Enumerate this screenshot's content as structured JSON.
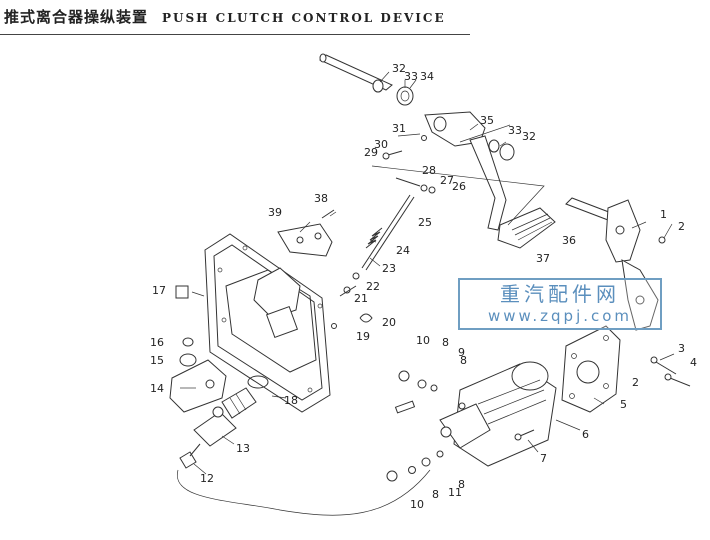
{
  "header": {
    "title_cn": "推式离合器操纵装置",
    "title_en": "PUSH CLUTCH CONTROL DEVICE"
  },
  "watermark": {
    "line1": "重汽配件网",
    "line2": "www.zqpj.com"
  },
  "callouts": [
    {
      "id": "c1",
      "text": "1"
    },
    {
      "id": "c2a",
      "text": "2"
    },
    {
      "id": "c2b",
      "text": "2"
    },
    {
      "id": "c3",
      "text": "3"
    },
    {
      "id": "c4",
      "text": "4"
    },
    {
      "id": "c5",
      "text": "5"
    },
    {
      "id": "c6",
      "text": "6"
    },
    {
      "id": "c7",
      "text": "7"
    },
    {
      "id": "c8a",
      "text": "8"
    },
    {
      "id": "c8b",
      "text": "8"
    },
    {
      "id": "c8c",
      "text": "8"
    },
    {
      "id": "c8d",
      "text": "8"
    },
    {
      "id": "c9",
      "text": "9"
    },
    {
      "id": "c10a",
      "text": "10"
    },
    {
      "id": "c10b",
      "text": "10"
    },
    {
      "id": "c11",
      "text": "11"
    },
    {
      "id": "c12",
      "text": "12"
    },
    {
      "id": "c13",
      "text": "13"
    },
    {
      "id": "c14",
      "text": "14"
    },
    {
      "id": "c15",
      "text": "15"
    },
    {
      "id": "c16",
      "text": "16"
    },
    {
      "id": "c17",
      "text": "17"
    },
    {
      "id": "c18",
      "text": "18"
    },
    {
      "id": "c19",
      "text": "19"
    },
    {
      "id": "c20",
      "text": "20"
    },
    {
      "id": "c21",
      "text": "21"
    },
    {
      "id": "c22",
      "text": "22"
    },
    {
      "id": "c23",
      "text": "23"
    },
    {
      "id": "c24",
      "text": "24"
    },
    {
      "id": "c25",
      "text": "25"
    },
    {
      "id": "c26",
      "text": "26"
    },
    {
      "id": "c27",
      "text": "27"
    },
    {
      "id": "c28",
      "text": "28"
    },
    {
      "id": "c29",
      "text": "29"
    },
    {
      "id": "c30",
      "text": "30"
    },
    {
      "id": "c31",
      "text": "31"
    },
    {
      "id": "c32a",
      "text": "32"
    },
    {
      "id": "c32b",
      "text": "32"
    },
    {
      "id": "c33a",
      "text": "33"
    },
    {
      "id": "c33b",
      "text": "33"
    },
    {
      "id": "c34",
      "text": "34"
    },
    {
      "id": "c35",
      "text": "35"
    },
    {
      "id": "c36",
      "text": "36"
    },
    {
      "id": "c37",
      "text": "37"
    },
    {
      "id": "c38",
      "text": "38"
    },
    {
      "id": "c39",
      "text": "39"
    }
  ]
}
